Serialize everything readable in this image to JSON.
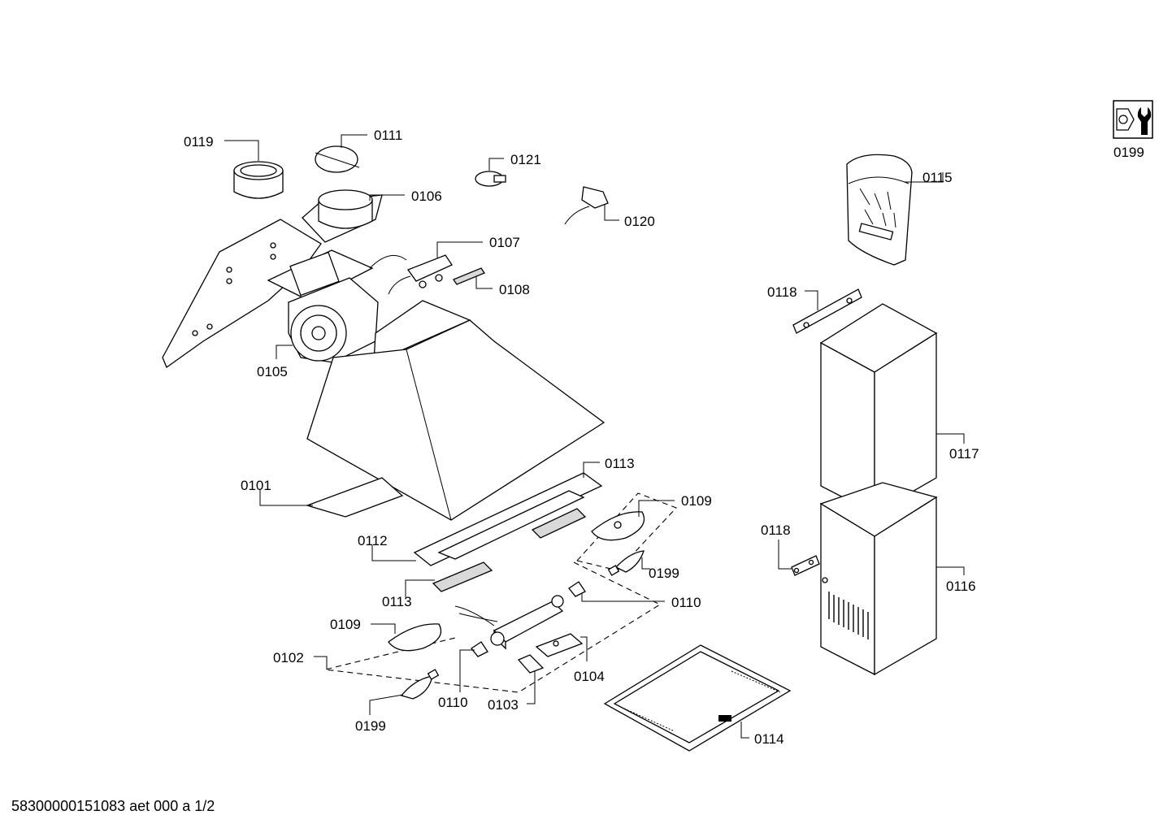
{
  "document_id": "58300000151083 aet 000 a 1/2",
  "tool_icon": {
    "icon": "wrench-nut-icon",
    "label": "0199"
  },
  "labels": {
    "p0119": "0119",
    "p0111": "0111",
    "p0121": "0121",
    "p0106": "0106",
    "p0120": "0120",
    "p0107": "0107",
    "p0108": "0108",
    "p0105": "0105",
    "p0115": "0115",
    "p0118a": "0118",
    "p0117": "0117",
    "p0113a": "0113",
    "p0101": "0101",
    "p0109a": "0109",
    "p0112": "0112",
    "p0199a": "0199",
    "p0113b": "0113",
    "p0110a": "0110",
    "p0118b": "0118",
    "p0116": "0116",
    "p0109b": "0109",
    "p0102": "0102",
    "p0104": "0104",
    "p0110b": "0110",
    "p0103": "0103",
    "p0199b": "0199",
    "p0114": "0114"
  }
}
